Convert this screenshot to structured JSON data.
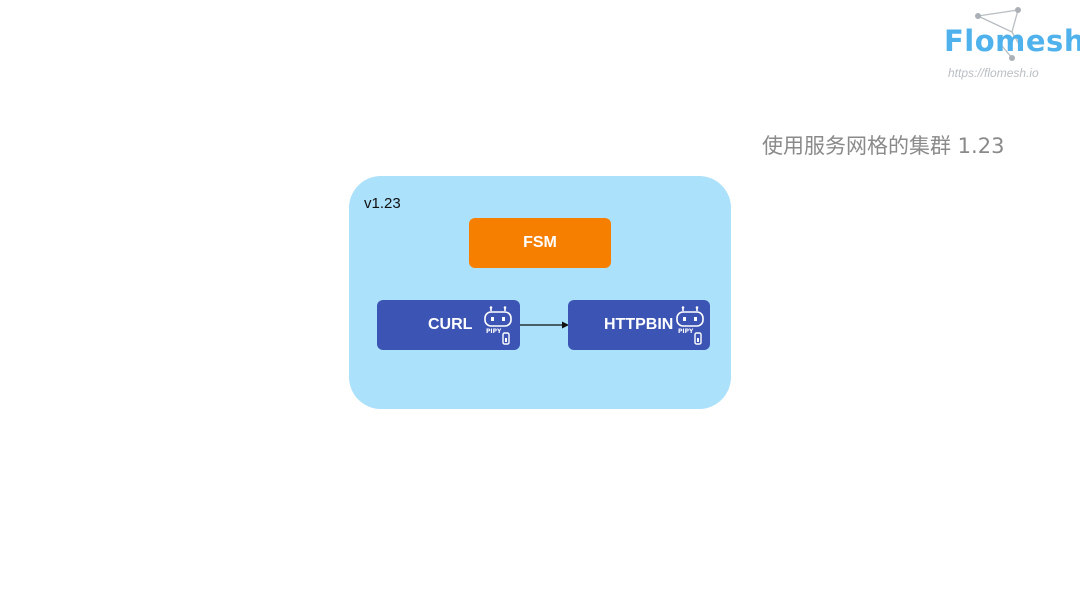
{
  "logo": {
    "wordmark": "Flomesh",
    "url": "https://flomesh.io"
  },
  "title": "使用服务网格的集群 1.23",
  "cluster": {
    "label": "v1.23"
  },
  "nodes": {
    "fsm": "FSM",
    "curl": "CURL",
    "httpbin": "HTTPBIN"
  },
  "sidecar_icon": {
    "name": "pipy-robot-icon",
    "text": "PIPY"
  },
  "colors": {
    "cluster_fill": "#abe1fb",
    "fsm_fill": "#f77f00",
    "service_fill": "#3c54b4",
    "logo_blue": "#4fb2ec",
    "title_gray": "#8a8a8a"
  }
}
